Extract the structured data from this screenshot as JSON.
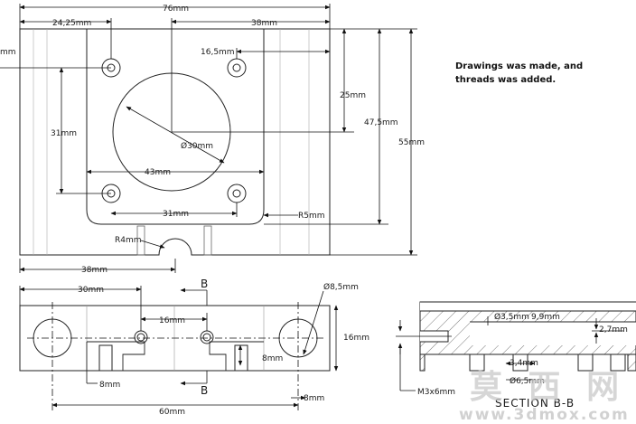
{
  "note": {
    "line1": "Drawings was made, and",
    "line2": "threads was added."
  },
  "top_view": {
    "dims": {
      "overall_width": "76mm",
      "left_offset": "24,25mm",
      "right_offset": "38mm",
      "hole_x": "16,5mm",
      "height_25": "25mm",
      "height_47_5": "47,5mm",
      "height_55": "55mm",
      "height_31": "31mm",
      "bore_dia": "Ø30mm",
      "span_43": "43mm",
      "span_31": "31mm",
      "r5": "R5mm",
      "r4": "R4mm",
      "bottom_38": "38mm",
      "left_cut": "mm"
    }
  },
  "front_view": {
    "dims": {
      "d30": "30mm",
      "d16": "16mm",
      "dia_8_5": "Ø8,5mm",
      "h16": "16mm",
      "d8_left": "8mm",
      "d8_right": "8mm",
      "d8_bottom": "8mm",
      "d60": "60mm"
    },
    "section_mark_top": "B",
    "section_mark_bottom": "B"
  },
  "section_view": {
    "dims": {
      "dia_3_5": "Ø3,5mm",
      "d9_9": "9,9mm",
      "d2_7": "2,7mm",
      "d3_4": "3,4mm",
      "dia_6_5": "Ø6,5mm",
      "thread": "M3x6mm"
    },
    "title": "SECTION B-B"
  },
  "watermark": {
    "cn": "莫 西 网",
    "url": "www.3dmox.com"
  }
}
